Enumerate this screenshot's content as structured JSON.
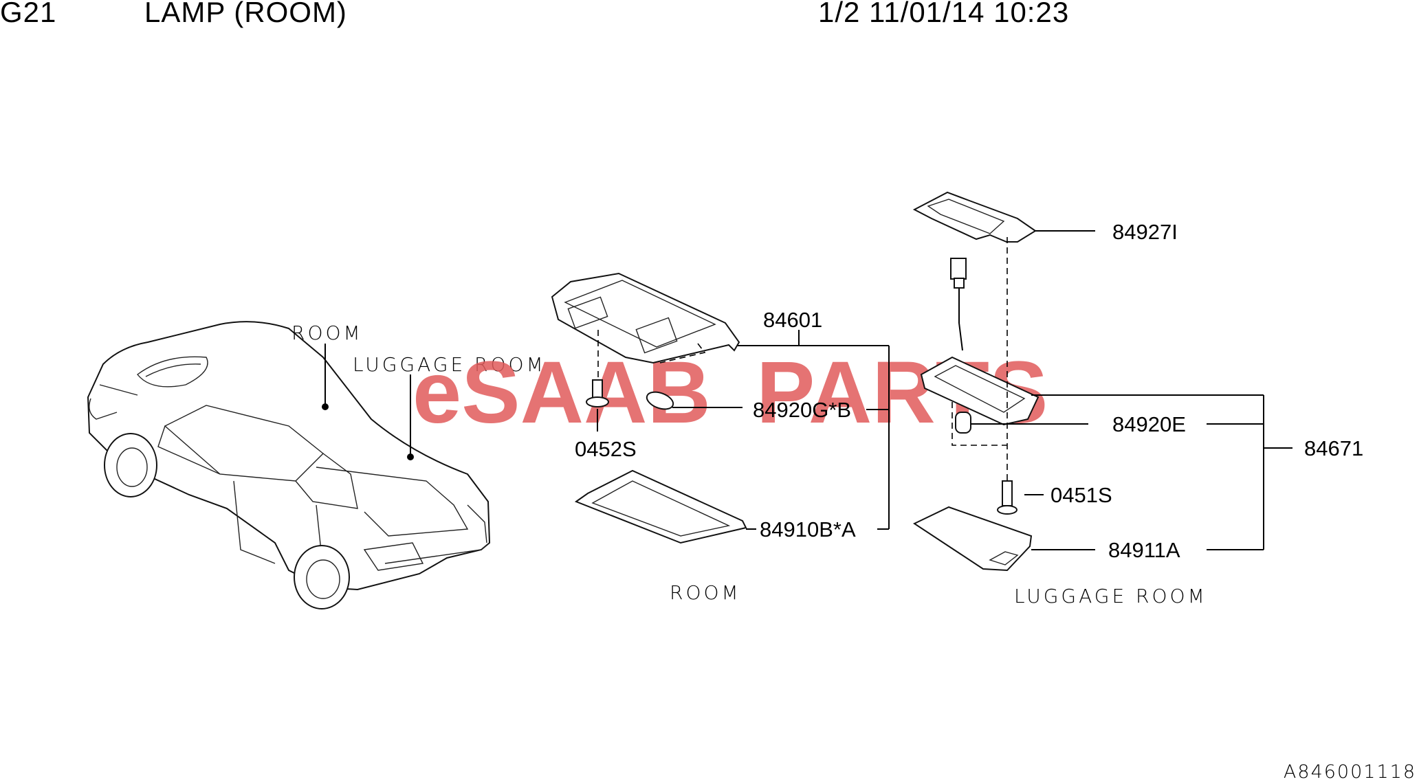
{
  "header": {
    "code": "G21",
    "title": "LAMP (ROOM)",
    "page_info": "1/2 11/01/14 10:23"
  },
  "labels": {
    "car_room": "ROOM",
    "car_luggage": "LUGGAGE ROOM",
    "room_caption": "ROOM",
    "luggage_caption": "LUGGAGE ROOM"
  },
  "parts": {
    "p84601": "84601",
    "p84920G": "84920G*B",
    "p0452S": "0452S",
    "p84910B": "84910B*A",
    "p84927I": "84927I",
    "p84920E": "84920E",
    "p84671": "84671",
    "p0451S": "0451S",
    "p84911A": "84911A"
  },
  "watermark": {
    "part1": "eSAAB",
    "part2": "PARTS",
    "color1": "#e05a5a",
    "color2": "#e05a5a"
  },
  "document_id": "A846001118"
}
